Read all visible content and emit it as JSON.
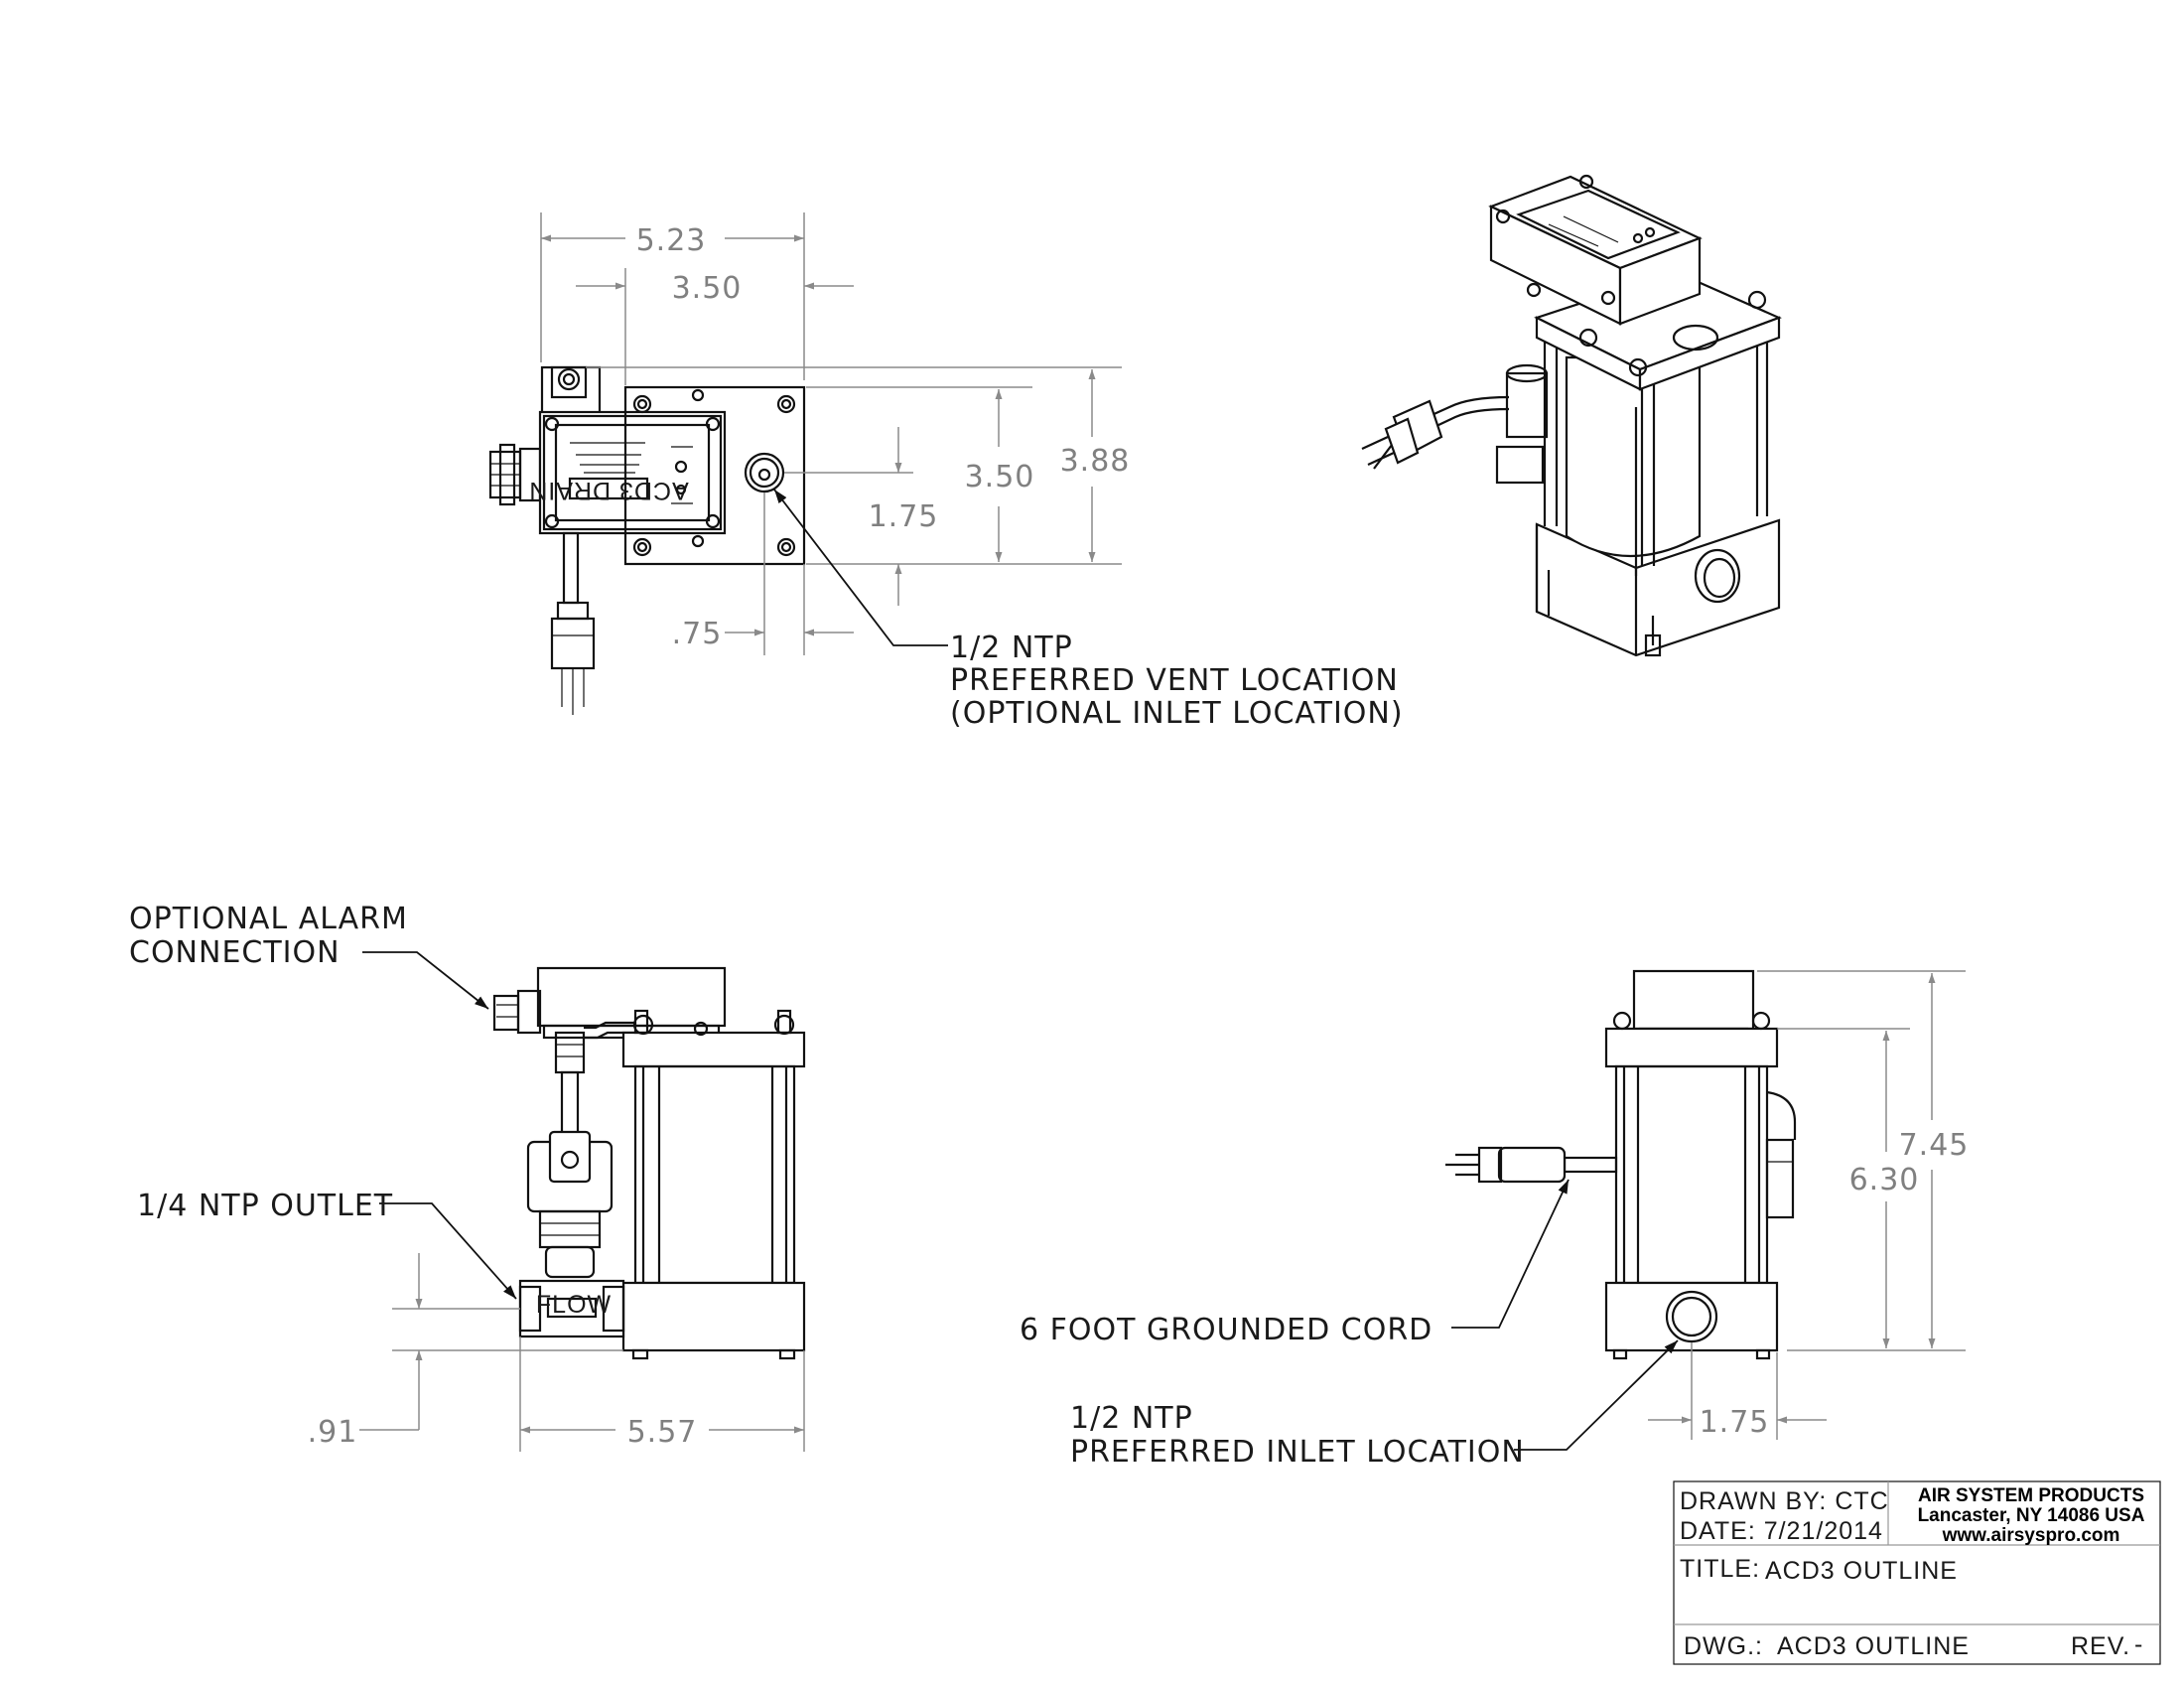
{
  "dimensions": {
    "top_width_overall": "5.23",
    "top_width_body": "3.50",
    "top_height_body": "3.50",
    "top_height_overall": "3.88",
    "top_vent_center_y": "1.75",
    "top_vent_center_x": ".75",
    "side_outlet_height": ".91",
    "side_width_overall": "5.57",
    "end_height_overall": "7.45",
    "end_height_body": "6.30",
    "end_inlet_center": "1.75"
  },
  "callouts": {
    "vent_line1": "1/2 NTP",
    "vent_line2": "PREFERRED VENT LOCATION",
    "vent_line3": "(OPTIONAL INLET LOCATION)",
    "alarm_line1": "OPTIONAL ALARM",
    "alarm_line2": "CONNECTION",
    "outlet": "1/4 NTP OUTLET",
    "cord": "6 FOOT GROUNDED CORD",
    "inlet_line1": "1/2 NTP",
    "inlet_line2": "PREFERRED INLET LOCATION"
  },
  "part_labels": {
    "control_display": "ACD3 DRAIN",
    "flow_arrow": "FLOW"
  },
  "title_block": {
    "drawn_by": "DRAWN BY: CTC",
    "date": "DATE: 7/21/2014",
    "company_name": "AIR SYSTEM PRODUCTS",
    "company_address": "Lancaster, NY 14086 USA",
    "company_web": "www.airsyspro.com",
    "title_label": "TITLE:",
    "title_value": "ACD3 OUTLINE",
    "dwg_label": "DWG.:",
    "dwg_value": "ACD3 OUTLINE",
    "rev_label": "REV.",
    "rev_value": "-"
  }
}
